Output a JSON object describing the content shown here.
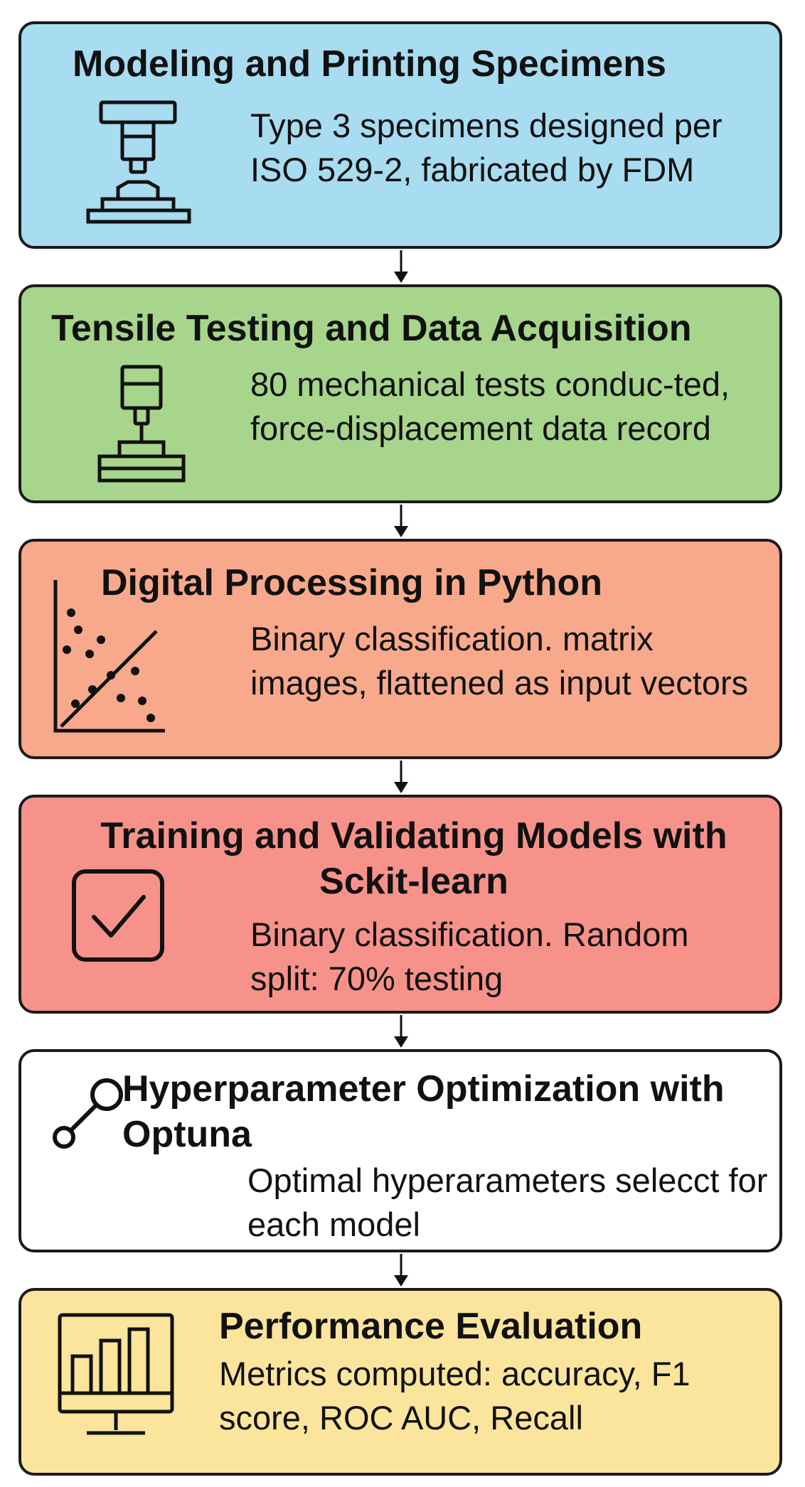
{
  "steps": [
    {
      "title": "Modeling and Printing Specimens",
      "description": "Type 3 specimens designed per ISO 529-2, fabricated by FDM",
      "color": "#a8dcf0",
      "icon": "3d-printer-icon"
    },
    {
      "title": "Tensile Testing and Data Acquisition",
      "description": "80 mechanical tests conduc-ted, force-displacement data record",
      "color": "#a7d58c",
      "icon": "tensile-tester-icon"
    },
    {
      "title": "Digital Processing in Python",
      "description": "Binary classification. matrix images, flattened as input vectors",
      "color": "#f8a98b",
      "icon": "scatter-plot-icon"
    },
    {
      "title": "Training and Validating Models with Sckit-learn",
      "description": "Binary classification. Random split: 70% testing",
      "color": "#f7928a",
      "icon": "checkbox-icon"
    },
    {
      "title": "Hyperparameter Optimization with Optuna",
      "description": "Optimal hyperarameters selecct for each model",
      "color": "#ffffff",
      "icon": "node-link-icon"
    },
    {
      "title": "Performance Evaluation",
      "description": "Metrics computed: accuracy, F1 score, ROC AUC, Recall",
      "color": "#fbe59d",
      "icon": "bar-chart-monitor-icon"
    }
  ]
}
